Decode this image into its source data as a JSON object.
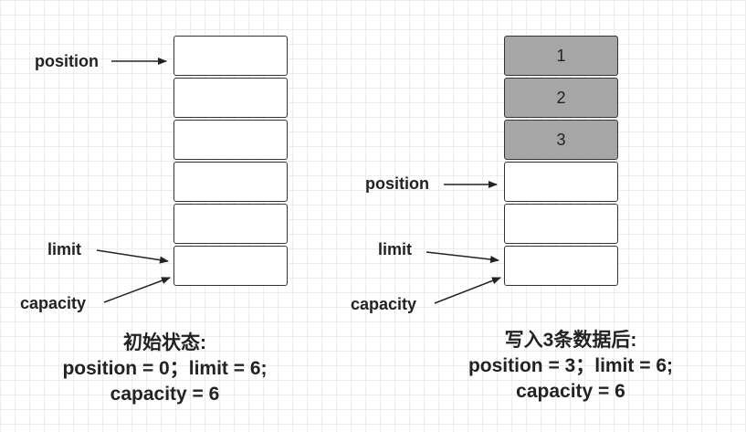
{
  "left": {
    "labels": {
      "position": "position",
      "limit": "limit",
      "capacity": "capacity"
    },
    "cells": [
      "",
      "",
      "",
      "",
      "",
      ""
    ],
    "caption": {
      "title": "初始状态:",
      "line1": "position = 0；limit = 6;",
      "line2": "capacity = 6"
    }
  },
  "right": {
    "labels": {
      "position": "position",
      "limit": "limit",
      "capacity": "capacity"
    },
    "cells": [
      "1",
      "2",
      "3",
      "",
      "",
      ""
    ],
    "filled": [
      true,
      true,
      true,
      false,
      false,
      false
    ],
    "caption": {
      "title": "写入3条数据后:",
      "line1": "position = 3；limit = 6;",
      "line2": "capacity = 6"
    }
  },
  "colors": {
    "filled": "#a6a6a6",
    "empty": "#ffffff",
    "stroke": "#333333"
  }
}
